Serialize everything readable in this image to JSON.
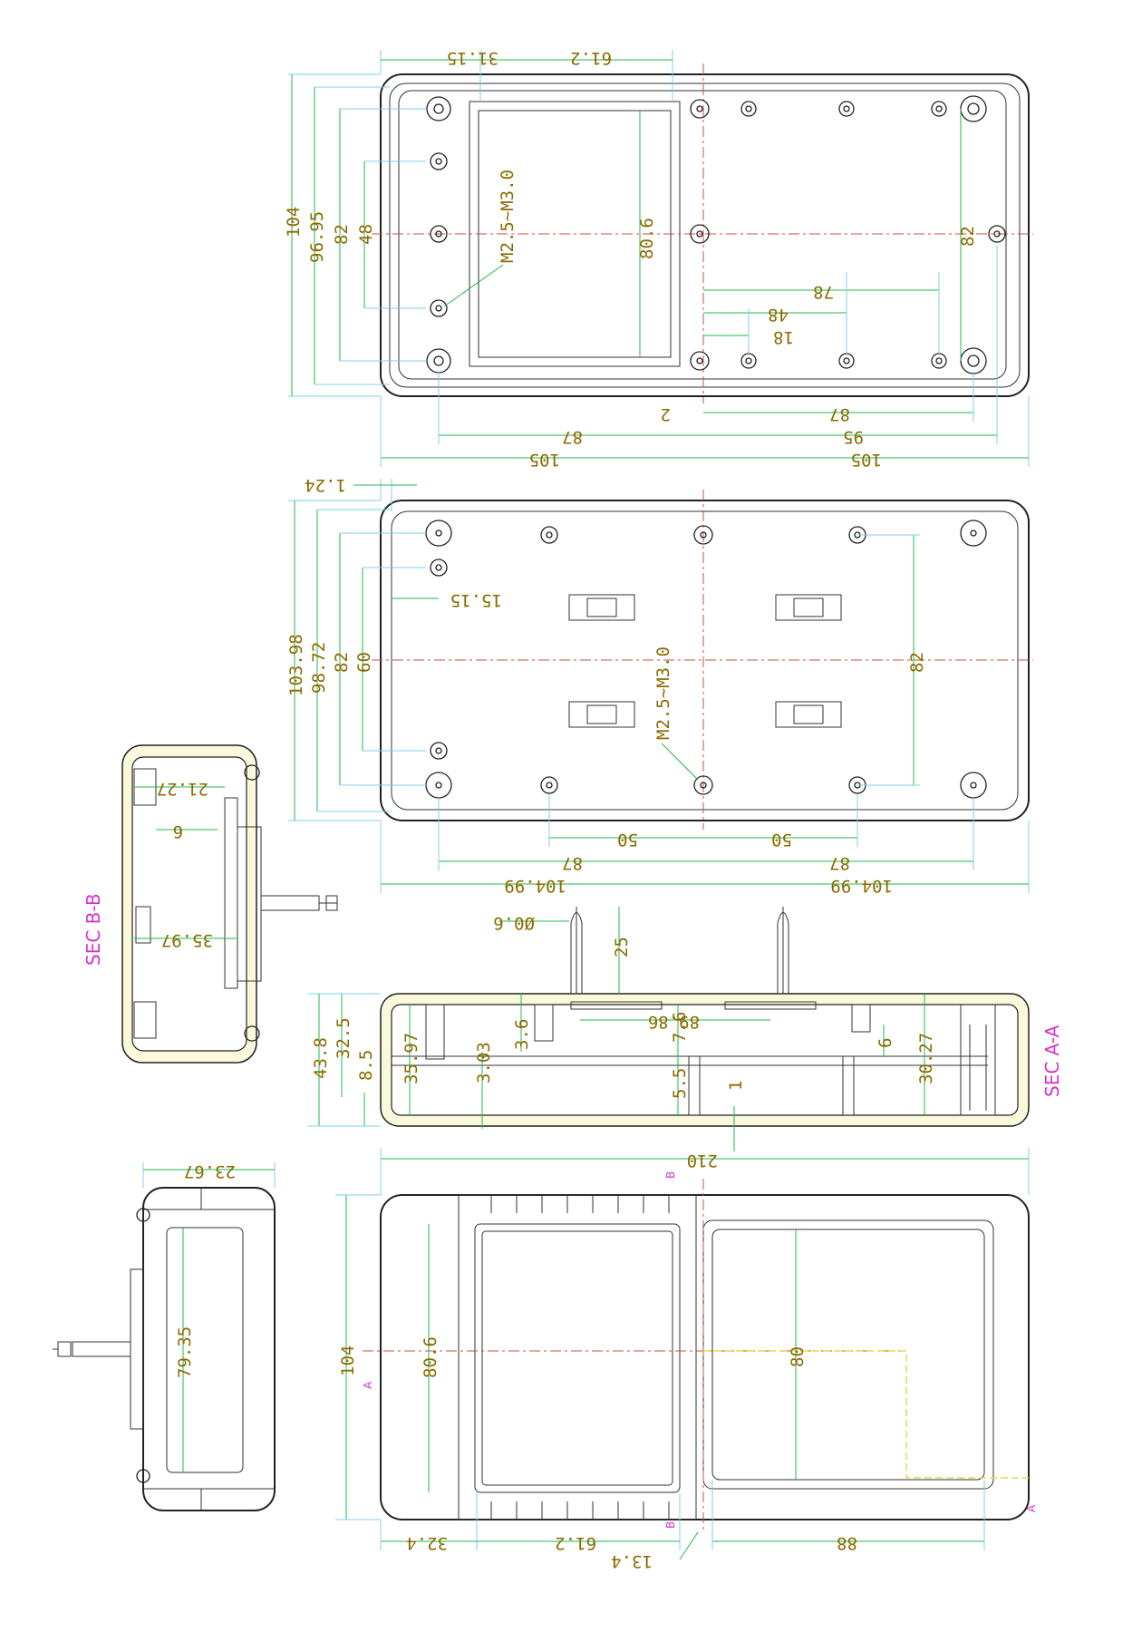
{
  "top_view": {
    "dims_top": [
      "31.15",
      "61.2"
    ],
    "dims_left": [
      "104",
      "96.95",
      "82",
      "48"
    ],
    "thread_label": "M2.5~M3.0",
    "window_height": "80.6",
    "right_span": "82",
    "dims_inner": [
      "78",
      "48",
      "18"
    ],
    "dims_bottom": [
      "2",
      "87",
      "87",
      "95",
      "105",
      "105"
    ]
  },
  "bottom_view": {
    "offset_top": "1.24",
    "dims_left": [
      "103.98",
      "98.72",
      "82",
      "60"
    ],
    "hole_offset": "15.15",
    "thread_label": "M2.5~M3.0",
    "right_span": "82",
    "dims_bottom": [
      "50",
      "50",
      "87",
      "87",
      "104.99",
      "104.99"
    ]
  },
  "section_bb": {
    "label": "SEC B-B",
    "dims": [
      "21.27",
      "6",
      "35.97"
    ]
  },
  "section_aa": {
    "label": "SEC A-A",
    "dims_left": [
      "43.8",
      "32.5",
      "8.5",
      "35.97",
      "3.03",
      "3.6"
    ],
    "pin_dia": "Ø0.6",
    "pin_len": "25",
    "dims_mid": [
      "89.86",
      "7.6",
      "5.5",
      "1",
      "6",
      "30.27"
    ]
  },
  "front_view": {
    "overall_length": "210",
    "height": "104",
    "window_left": "80.6",
    "window_right": "80",
    "dims_bottom": [
      "32.4",
      "61.2",
      "13.4",
      "88"
    ],
    "cut_marks": [
      "A",
      "A",
      "B",
      "B"
    ]
  },
  "side_view": {
    "depth": "23.67",
    "window_height": "79.35"
  }
}
